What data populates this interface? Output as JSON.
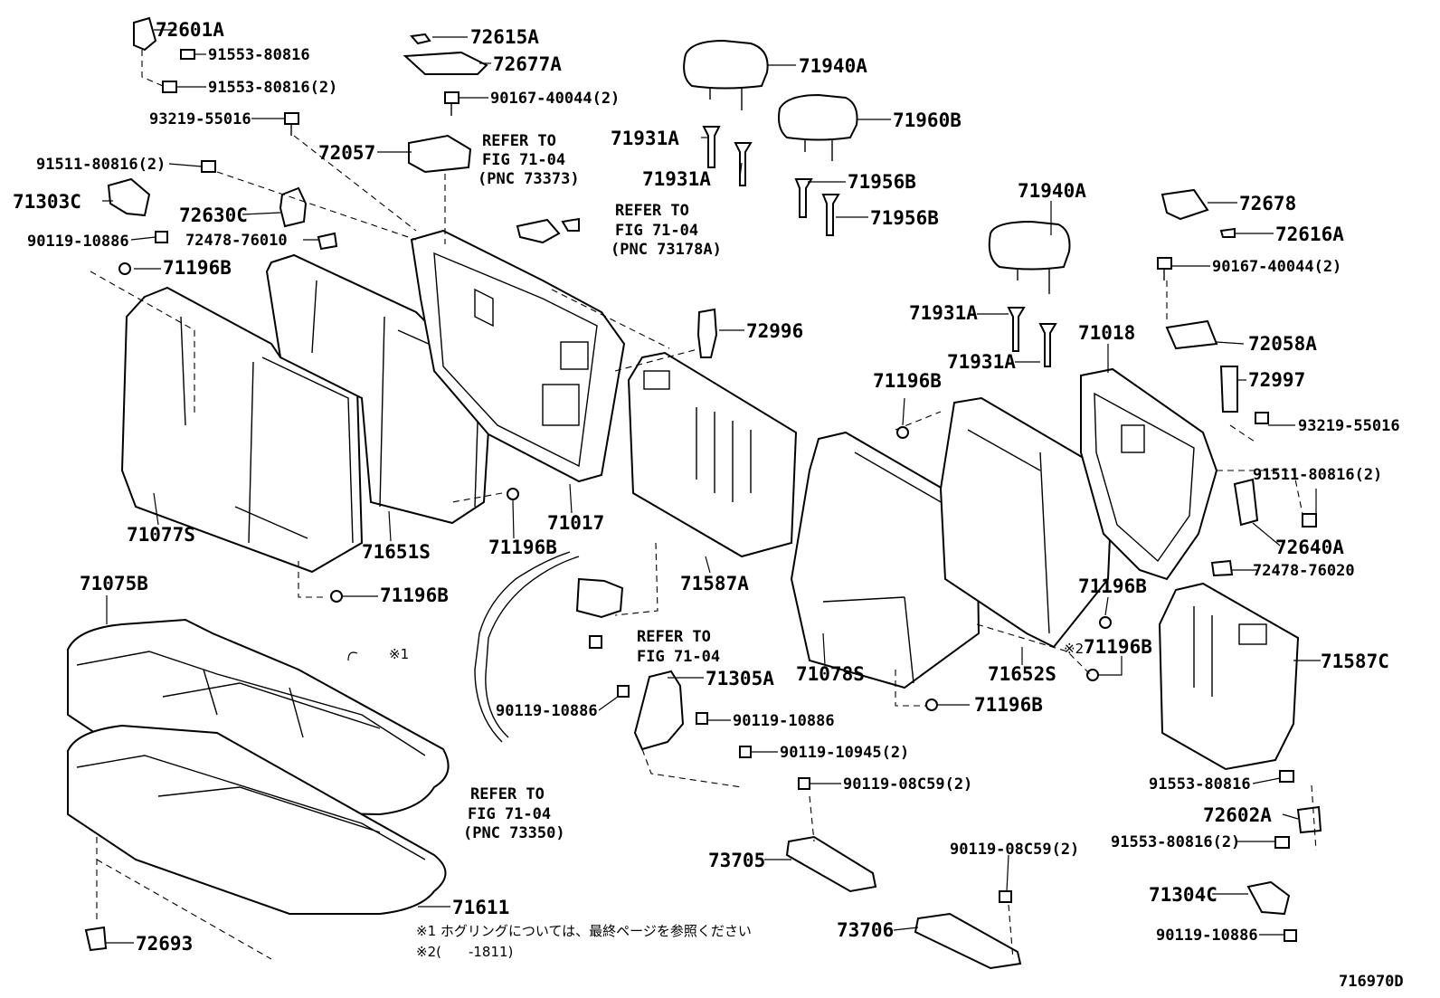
{
  "diagram": {
    "code": "716970D",
    "labels": {
      "l72601A": "72601A",
      "l91553a": "91553-80816",
      "l91553b": "91553-80816(2)",
      "l93219a": "93219-55016",
      "l91511a": "91511-80816(2)",
      "l71303C": "71303C",
      "l90119a": "90119-10886",
      "l72630C": "72630C",
      "l72478a": "72478-76010",
      "l71196a": "71196B",
      "l72615A": "72615A",
      "l72677A": "72677A",
      "l90167a": "90167-40044(2)",
      "l72057": "72057",
      "l71940a": "71940A",
      "l71931a": "71931A",
      "l71931b": "71931A",
      "l71960B": "71960B",
      "l71956a": "71956B",
      "l71956b": "71956B",
      "l72996": "72996",
      "l71077S": "71077S",
      "l71651S": "71651S",
      "l71196b": "71196B",
      "l71017": "71017",
      "l71587A": "71587A",
      "l71196c": "71196B",
      "l71075B": "71075B",
      "l71611": "71611",
      "l72693": "72693",
      "l90119b": "90119-10886",
      "l71305A": "71305A",
      "l90119c": "90119-10886",
      "l90119d": "90119-10945(2)",
      "l90119e": "90119-08C59(2)",
      "l73705": "73705",
      "l90119f": "90119-08C59(2)",
      "l73706": "73706",
      "l71940b": "71940A",
      "l71931c": "71931A",
      "l71931d": "71931A",
      "l71018": "71018",
      "l72678": "72678",
      "l72616A": "72616A",
      "l90167b": "90167-40044(2)",
      "l72058A": "72058A",
      "l72997": "72997",
      "l93219b": "93219-55016",
      "l91511b": "91511-80816(2)",
      "l72640A": "72640A",
      "l72478b": "72478-76020",
      "l71196d": "71196B",
      "l71196e": "71196B",
      "l71196f": "71196B",
      "l71196g": "71196B",
      "l71078S": "71078S",
      "l71652S": "71652S",
      "l71587C": "71587C",
      "l91553c": "91553-80816",
      "l72602A": "72602A",
      "l91553d": "91553-80816(2)",
      "l71304C": "71304C",
      "l90119g": "90119-10886",
      "mark1": "※1",
      "mark2": "※2"
    },
    "refs": {
      "r1_1": "REFER TO",
      "r1_2": "FIG 71-04",
      "r1_3": "(PNC 73373)",
      "r2_1": "REFER TO",
      "r2_2": "FIG 71-04",
      "r2_3": "(PNC 73178A)",
      "r3_1": "REFER TO",
      "r3_2": "FIG 71-04",
      "r4_1": "REFER TO",
      "r4_2": "FIG 71-04",
      "r4_3": "(PNC 73350)"
    },
    "notes": {
      "n1": "※1 ホグリングについては、最終ページを参照ください",
      "n2": "※2(　　-1811)"
    }
  }
}
